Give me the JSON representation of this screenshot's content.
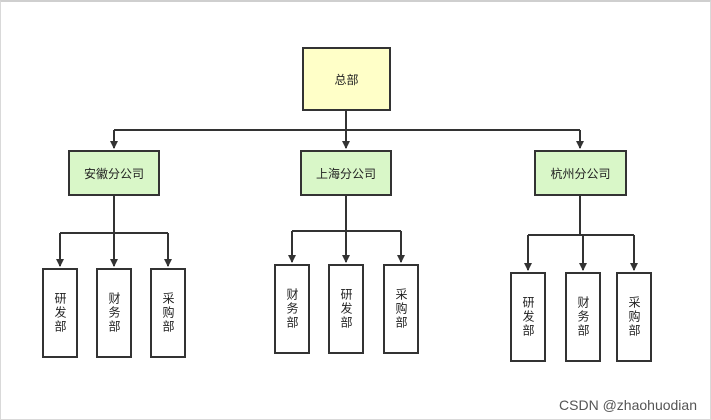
{
  "root": {
    "label": "总部"
  },
  "branches": [
    {
      "label": "安徽分公司",
      "departments": [
        "研发部",
        "财务部",
        "采购部"
      ]
    },
    {
      "label": "上海分公司",
      "departments": [
        "财务部",
        "研发部",
        "采购部"
      ]
    },
    {
      "label": "杭州分公司",
      "departments": [
        "研发部",
        "财务部",
        "采购部"
      ]
    }
  ],
  "watermark": "CSDN @zhaohuodian",
  "colors": {
    "root_fill": "#ffffc8",
    "branch_fill": "#d9f7c8",
    "line": "#333333"
  }
}
